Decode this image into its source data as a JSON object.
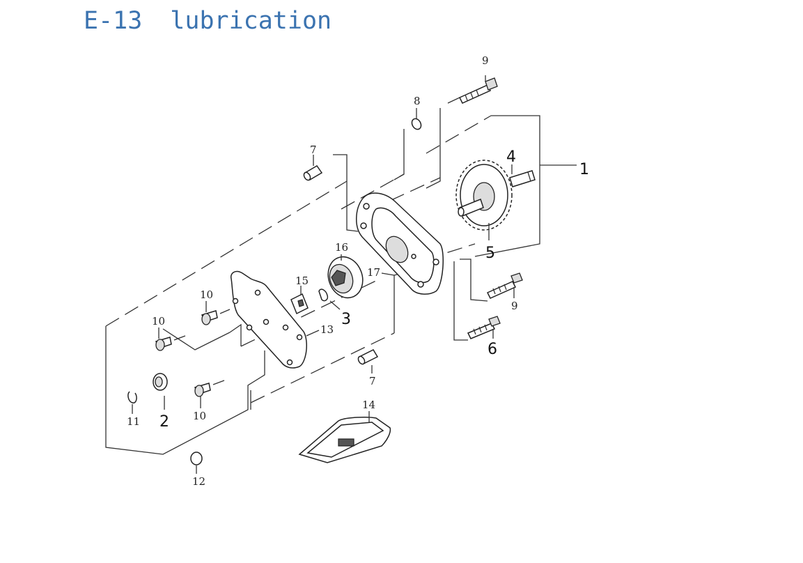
{
  "header": {
    "code": "E-13",
    "title": "lubrication"
  },
  "diagram": {
    "callouts": {
      "p1": "1",
      "p2": "2",
      "p3": "3",
      "p4": "4",
      "p5": "5",
      "p6": "6",
      "p7a": "7",
      "p7b": "7",
      "p8": "8",
      "p9a": "9",
      "p9b": "9",
      "p10a": "10",
      "p10b": "10",
      "p10c": "10",
      "p11": "11",
      "p12": "12",
      "p13": "13",
      "p14": "14",
      "p15": "15",
      "p16": "16",
      "p17": "17"
    }
  }
}
